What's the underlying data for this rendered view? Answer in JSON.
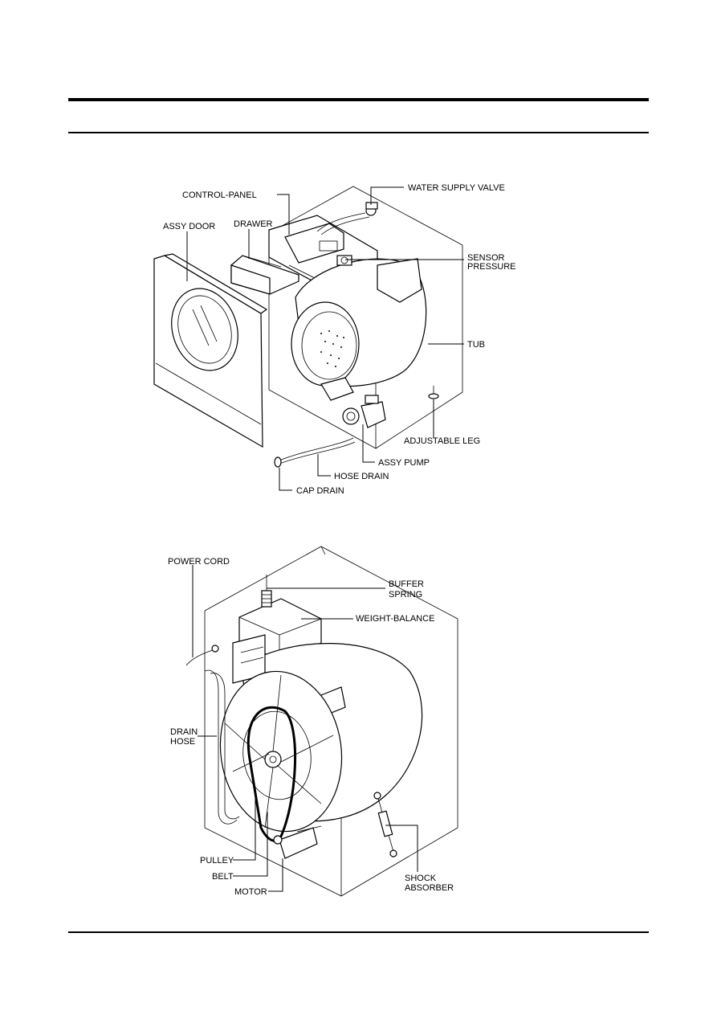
{
  "labels": {
    "control_panel": "CONTROL-PANEL",
    "water_supply_valve": "WATER SUPPLY VALVE",
    "assy_door": "ASSY DOOR",
    "drawer": "DRAWER",
    "sensor_pressure_1": "SENSOR",
    "sensor_pressure_2": "PRESSURE",
    "tub": "TUB",
    "adjustable_leg": "ADJUSTABLE LEG",
    "assy_pump": "ASSY PUMP",
    "hose_drain": "HOSE DRAIN",
    "cap_drain": "CAP DRAIN",
    "power_cord": "POWER CORD",
    "buffer_spring_1": "BUFFER",
    "buffer_spring_2": "SPRING",
    "weight_balance": "WEIGHT-BALANCE",
    "drain_hose_1": "DRAIN",
    "drain_hose_2": "HOSE",
    "pulley": "PULLEY",
    "belt": "BELT",
    "motor": "MOTOR",
    "shock_absorber_1": "SHOCK",
    "shock_absorber_2": "ABSORBER"
  }
}
